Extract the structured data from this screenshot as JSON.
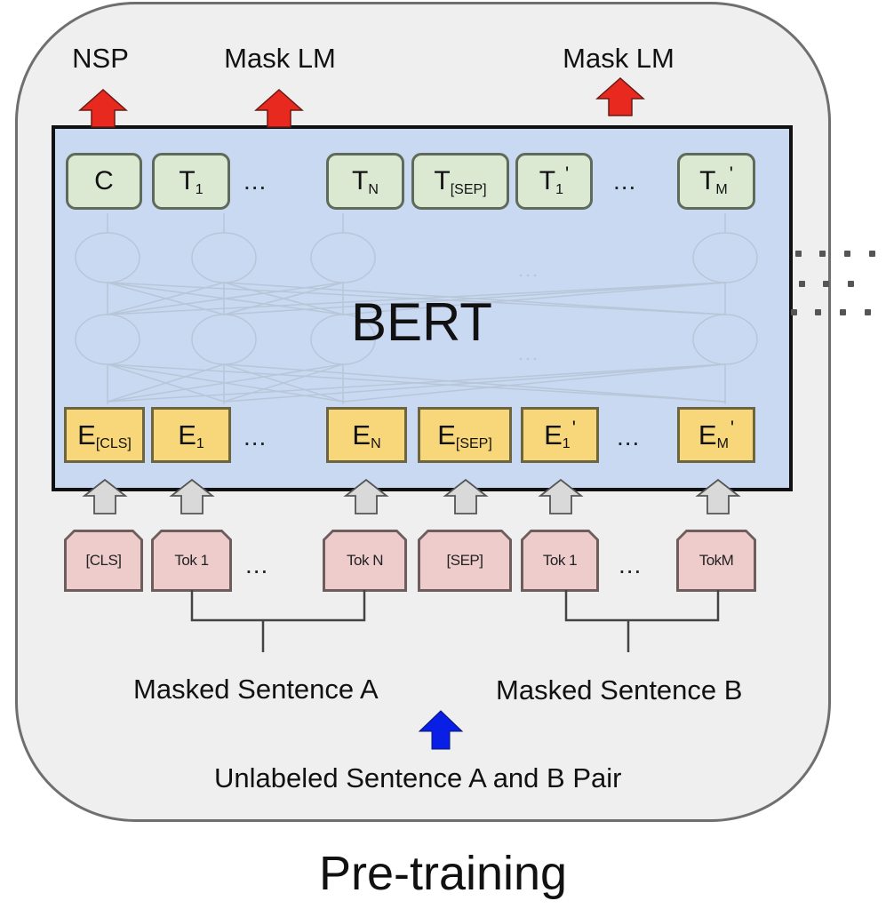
{
  "diagram": {
    "outputs": {
      "nsp": "NSP",
      "mask_lm_1": "Mask LM",
      "mask_lm_2": "Mask LM"
    },
    "model_label": "BERT",
    "top_tokens": [
      {
        "base": "C",
        "sub": "",
        "prime": ""
      },
      {
        "base": "T",
        "sub": "1",
        "prime": ""
      },
      {
        "base": "T",
        "sub": "N",
        "prime": ""
      },
      {
        "base": "T",
        "sub": "[SEP]",
        "prime": ""
      },
      {
        "base": "T",
        "sub": "1",
        "prime": "'"
      },
      {
        "base": "T",
        "sub": "M",
        "prime": "'"
      }
    ],
    "embeddings": [
      {
        "base": "E",
        "sub": "[CLS]",
        "prime": ""
      },
      {
        "base": "E",
        "sub": "1",
        "prime": ""
      },
      {
        "base": "E",
        "sub": "N",
        "prime": ""
      },
      {
        "base": "E",
        "sub": "[SEP]",
        "prime": ""
      },
      {
        "base": "E",
        "sub": "1",
        "prime": "'"
      },
      {
        "base": "E",
        "sub": "M",
        "prime": "'"
      }
    ],
    "input_tokens": [
      "[CLS]",
      "Tok 1",
      "Tok N",
      "[SEP]",
      "Tok 1",
      "TokM"
    ],
    "ellipsis": "...",
    "sentence_a": "Masked Sentence A",
    "sentence_b": "Masked Sentence B",
    "input_pair": "Unlabeled Sentence A and B Pair",
    "caption": "Pre-training",
    "colors": {
      "output_arrow": "#e8291f",
      "input_arrow": "#0a1fe6",
      "bert_bg": "#c9d9f2",
      "top_token_bg": "#dbe8d2",
      "embedding_bg": "#f8d77a",
      "input_token_bg": "#efcccc"
    }
  }
}
